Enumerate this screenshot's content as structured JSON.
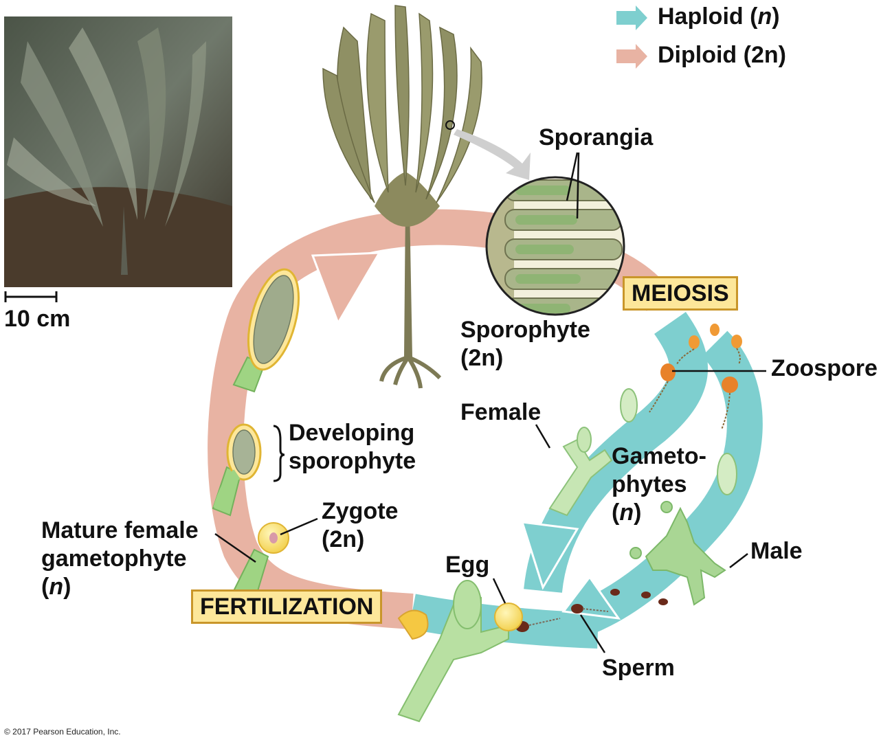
{
  "legend": {
    "haploid": {
      "label": "Haploid",
      "ploidy": "n",
      "color": "#7ecfcf"
    },
    "diploid": {
      "label": "Diploid",
      "ploidy": "2n",
      "color": "#e8b3a3"
    }
  },
  "scale_bar": {
    "label": "10 cm"
  },
  "stages": {
    "meiosis": "MEIOSIS",
    "fertilization": "FERTILIZATION"
  },
  "labels": {
    "sporangia": "Sporangia",
    "sporophyte": "Sporophyte",
    "sporophyte_ploidy": "2n",
    "zoospore": "Zoospore",
    "female": "Female",
    "gametophytes_line1": "Gameto-",
    "gametophytes_line2": "phytes",
    "gametophytes_ploidy": "n",
    "male": "Male",
    "sperm": "Sperm",
    "egg": "Egg",
    "zygote": "Zygote",
    "zygote_ploidy": "2n",
    "developing_line1": "Developing",
    "developing_line2": "sporophyte",
    "mature_line1": "Mature female",
    "mature_line2": "gametophyte",
    "mature_ploidy": "n"
  },
  "copyright": "© 2017 Pearson Education, Inc."
}
